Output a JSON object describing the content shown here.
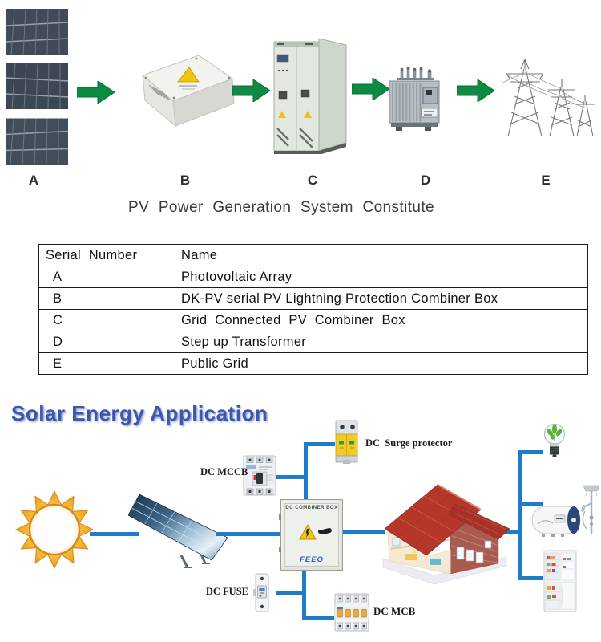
{
  "flow": {
    "labels": [
      "A",
      "B",
      "C",
      "D",
      "E"
    ],
    "title": "PV Power Generation System Constitute"
  },
  "table": {
    "col_serial": "Serial  Number",
    "col_name": "Name",
    "rows": [
      {
        "serial": "A",
        "name": "Photovoltaic Array"
      },
      {
        "serial": "B",
        "name": "DK-PV serial PV Lightning Protection Combiner Box"
      },
      {
        "serial": "C",
        "name": "Grid  Connected  PV  Combiner  Box"
      },
      {
        "serial": "D",
        "name": "Step up Transformer"
      },
      {
        "serial": "E",
        "name": "Public Grid"
      }
    ]
  },
  "app": {
    "title": "Solar Energy Application",
    "dc_mccb": "DC MCCB",
    "dc_surge": "DC  Surge protector",
    "dc_fuse": "DC FUSE",
    "dc_mcb": "DC MCB",
    "combiner_title": "DC  COMBINER  BOX",
    "brand": "FEEO"
  },
  "colors": {
    "arrow_green": "#0d8b43",
    "wire_blue": "#1e7cc8",
    "app_title_blue": "#3b57b0",
    "roof_red": "#b5372a",
    "surge_yellow": "#f1ca25",
    "sun_orange": "#f3a626"
  }
}
